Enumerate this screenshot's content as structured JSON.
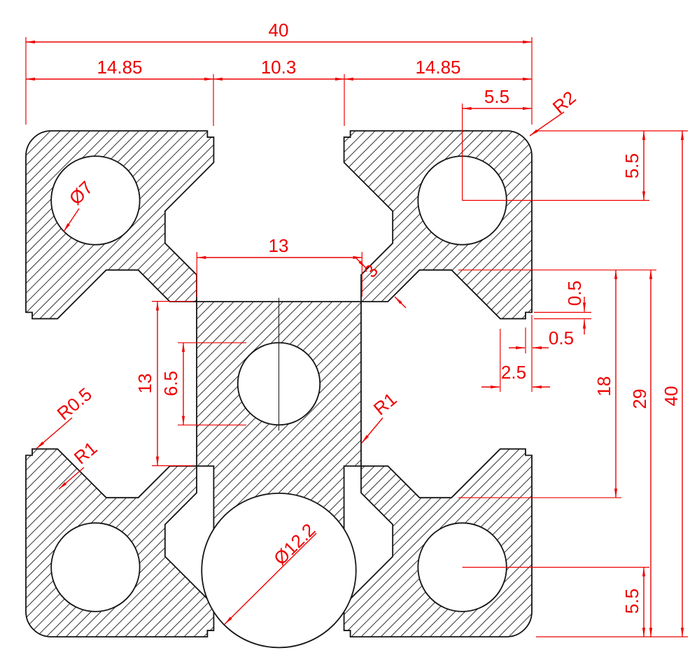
{
  "drawing_type": "aluminium-extrusion-profile-cross-section",
  "colors": {
    "dimension_red": "#ee0000",
    "outline_black": "#141414",
    "background": "#ffffff"
  },
  "dims": {
    "overall_width_top": "40",
    "top_left_pitch": "14.85",
    "slot_opening": "10.3",
    "top_right_pitch": "14.85",
    "hole_edge_offset_top": "5.5",
    "corner_radius": "R2",
    "hole_edge_offset_right": "5.5",
    "corner_hole_diameter": "Ø7",
    "core_width": "13",
    "wall_thickness": "3",
    "lip_step_height": "0.5",
    "lip_step_width": "0.5",
    "lip_depth": "2.5",
    "cavity_span": "18",
    "cavity_to_bottom": "29",
    "overall_height_right": "40",
    "core_height": "13",
    "center_bore": "6.5",
    "fillet_radius_small": "R0.5",
    "fillet_radius_left": "R1",
    "fillet_radius_center": "R1",
    "bottom_bore_diameter": "Ø12.2",
    "hole_edge_offset_bottom": "5.5"
  }
}
